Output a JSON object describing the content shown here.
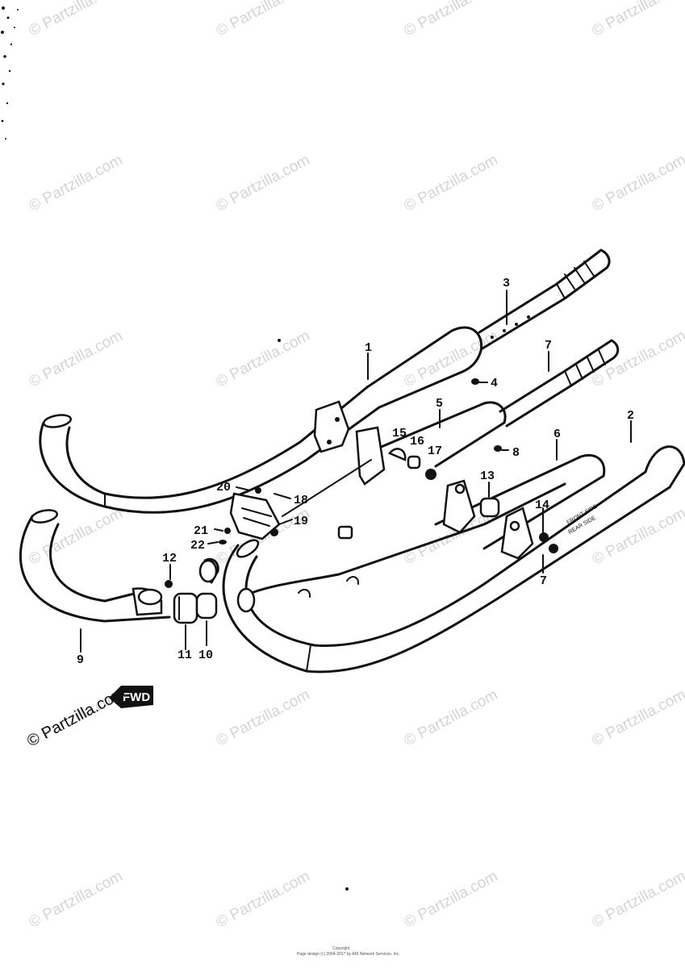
{
  "watermark": {
    "text": "© Partzilla.com"
  },
  "callouts": {
    "n1": "1",
    "n2": "2",
    "n3": "3",
    "n4": "4",
    "n5": "5",
    "n6": "6",
    "n7a": "7",
    "n7b": "7",
    "n8": "8",
    "n9": "9",
    "n10": "10",
    "n11": "11",
    "n12": "12",
    "n13": "13",
    "n14": "14",
    "n15": "15",
    "n16": "16",
    "n17": "17",
    "n18": "18",
    "n19": "19",
    "n20": "20",
    "n21": "21",
    "n22": "22"
  },
  "direction_badge": {
    "label": "FWD"
  },
  "muffler_stamps": {
    "left": "FRONT SIDE",
    "right": "REAR SIDE"
  },
  "footer": {
    "line1": "Copyright",
    "line2": "Page design (c) 2004-2017 by ARI Network Services, Inc."
  },
  "colors": {
    "ink": "#111111",
    "watermark": "#d4d4d4",
    "background": "#ffffff"
  }
}
